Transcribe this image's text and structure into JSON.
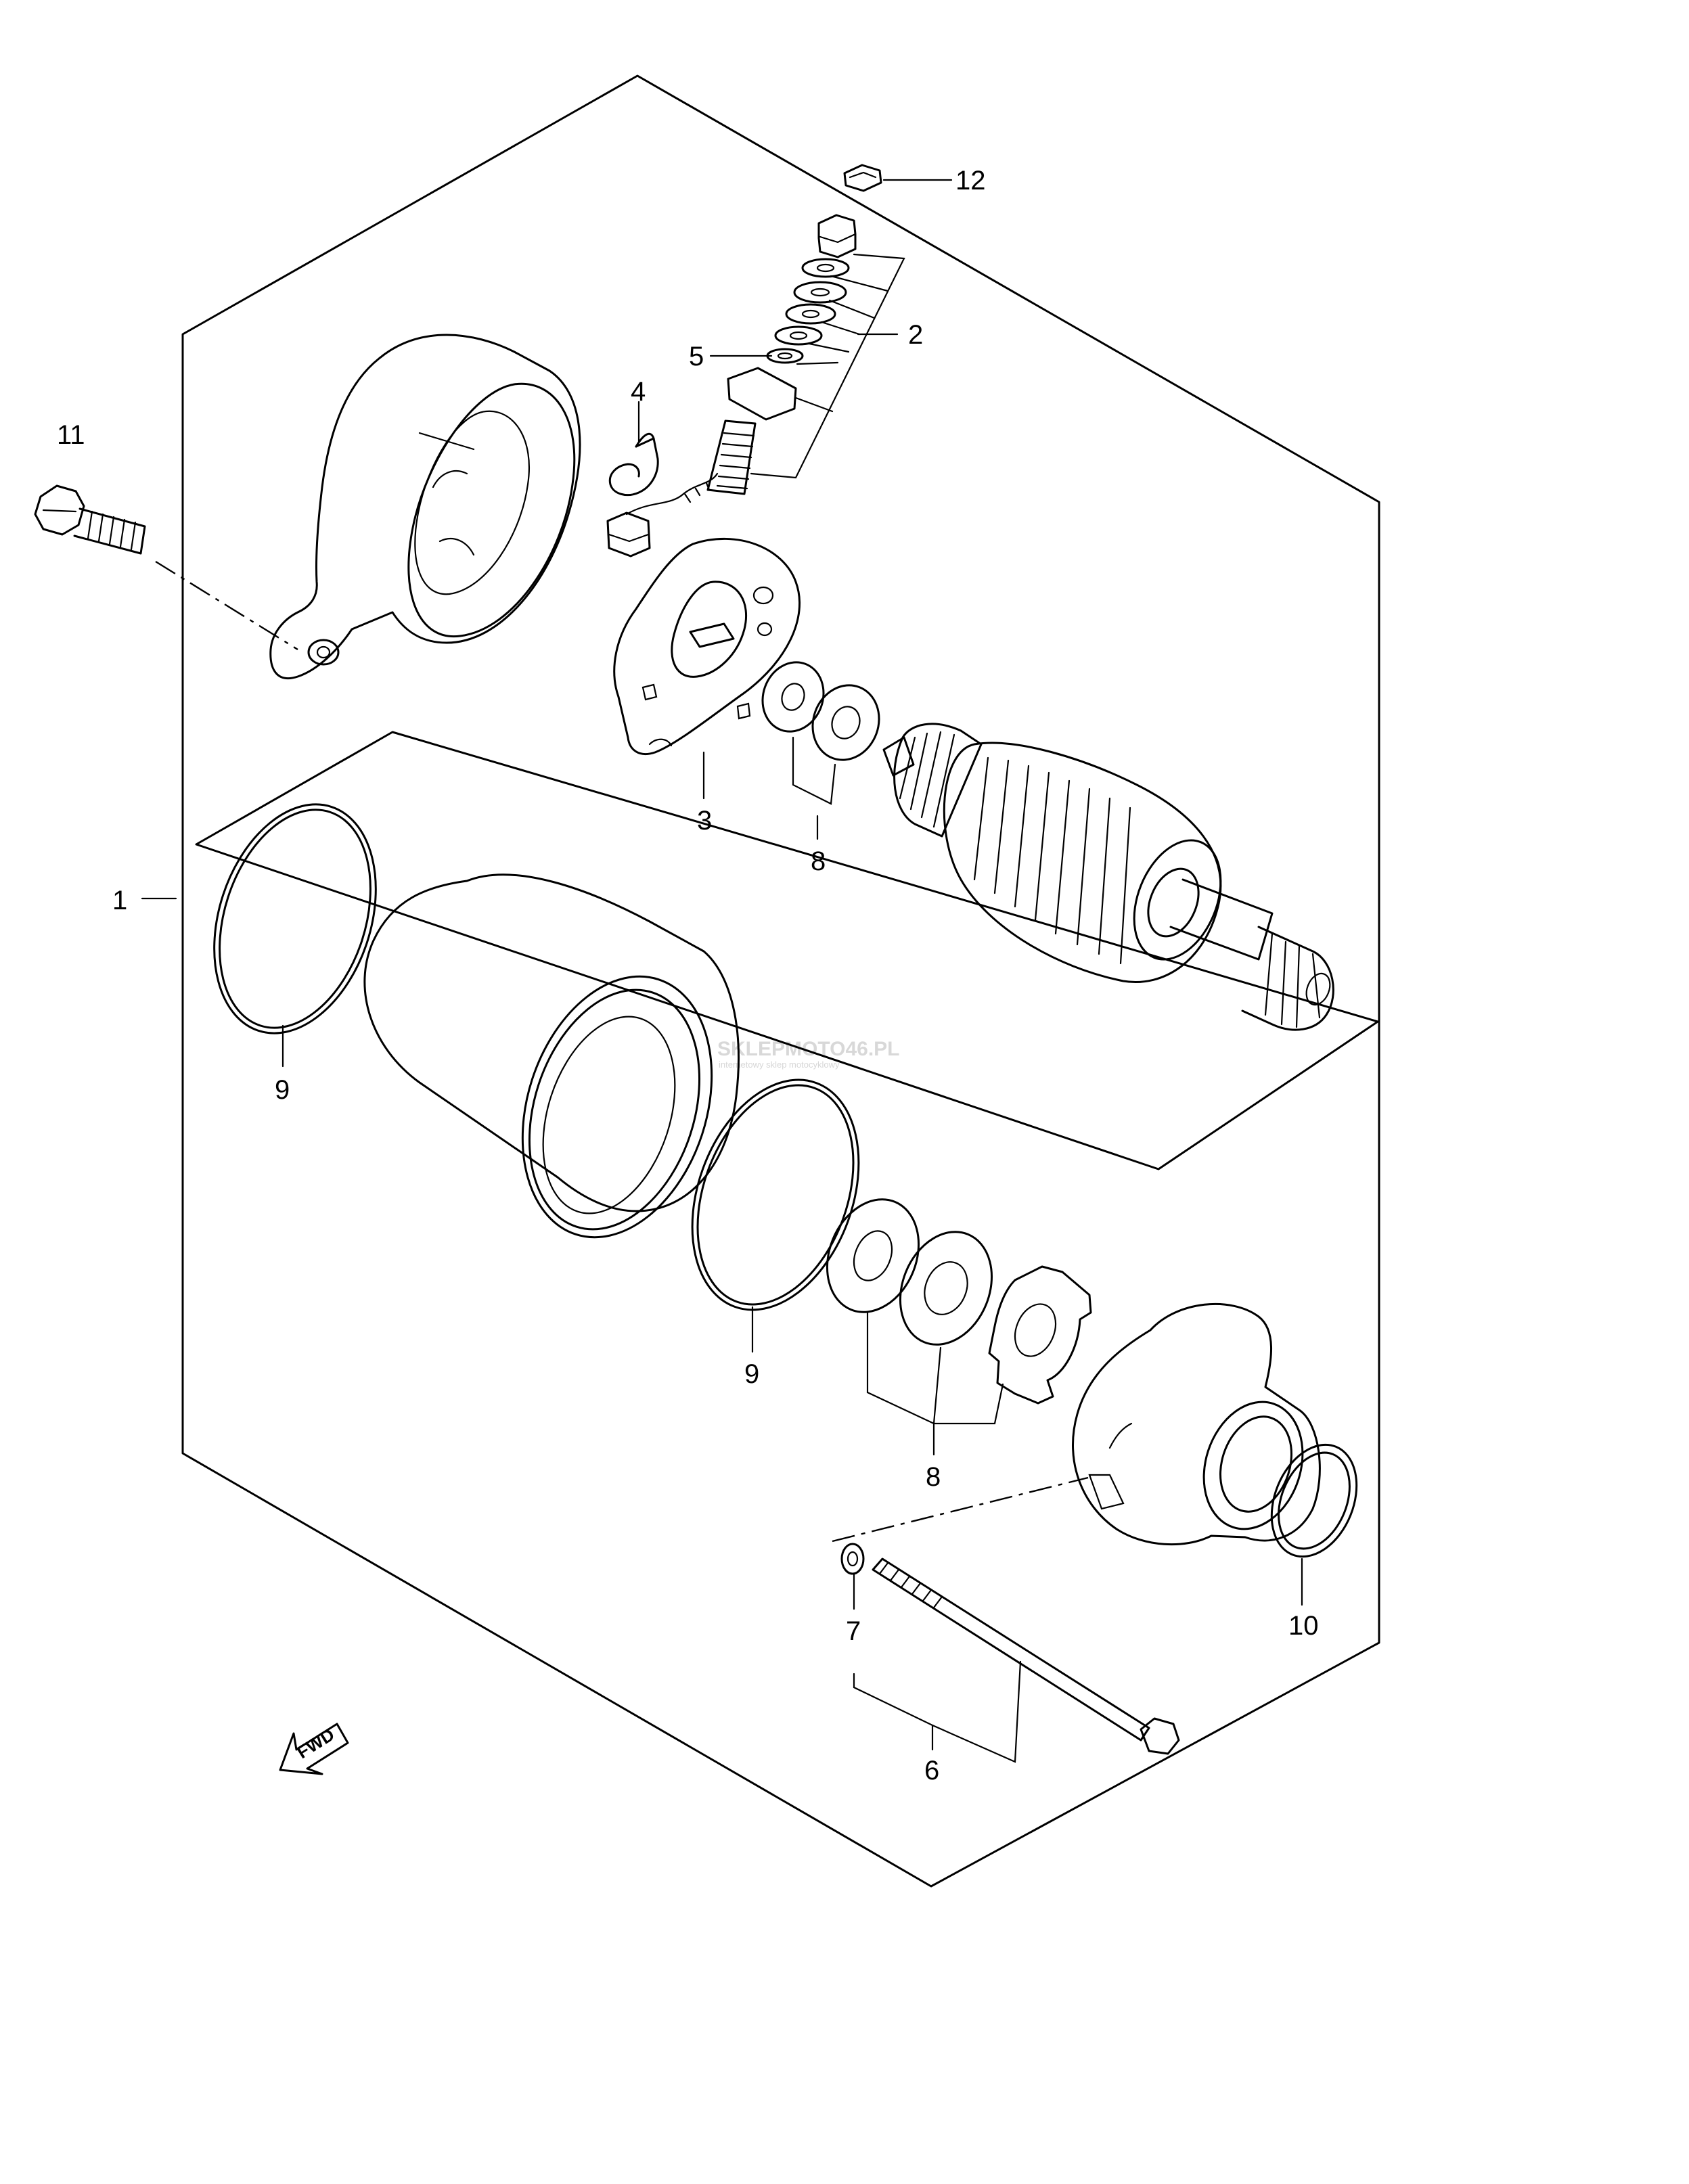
{
  "diagram": {
    "callouts": [
      {
        "id": "c1",
        "label": "1"
      },
      {
        "id": "c2",
        "label": "2"
      },
      {
        "id": "c3",
        "label": "3"
      },
      {
        "id": "c4",
        "label": "4"
      },
      {
        "id": "c5",
        "label": "5"
      },
      {
        "id": "c6",
        "label": "6"
      },
      {
        "id": "c7",
        "label": "7"
      },
      {
        "id": "c8a",
        "label": "8"
      },
      {
        "id": "c8b",
        "label": "8"
      },
      {
        "id": "c9a",
        "label": "9"
      },
      {
        "id": "c9b",
        "label": "9"
      },
      {
        "id": "c10",
        "label": "10"
      },
      {
        "id": "c11",
        "label": "11"
      },
      {
        "id": "c12",
        "label": "12"
      }
    ],
    "fwd_label": "FWD",
    "watermark": "SKLEPMOTO46.PL",
    "watermark_sub": "internetowy sklep motocyklowy"
  }
}
